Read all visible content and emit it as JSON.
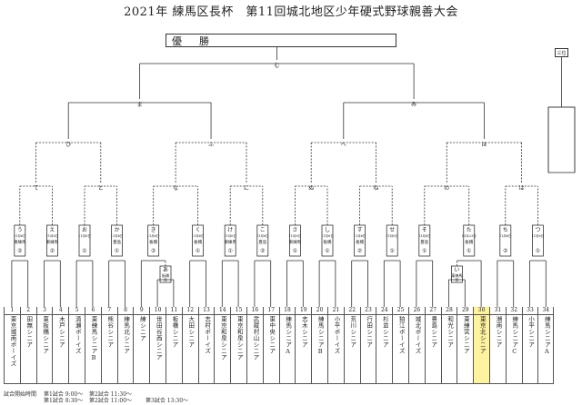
{
  "title": "2021年 練馬区長杯　第11回城北地区少年硬式野球親善大会",
  "winner_label": "優　勝",
  "third_label": "三位",
  "top_nodes": {
    "final": "む",
    "semi_left": "ま",
    "semi_right": "み",
    "qf": [
      "ひ",
      "ふ",
      "へ",
      "ほ"
    ],
    "r16": [
      "て",
      "と",
      "な",
      "に",
      "ぬ",
      "ね",
      "の",
      "は"
    ],
    "r32": [
      "う",
      "え",
      "お",
      "か",
      "き",
      "く",
      "け",
      "こ",
      "さ",
      "し",
      "す",
      "せ",
      "そ",
      "た",
      "ち",
      "つ"
    ],
    "r0": [
      "あ",
      "い"
    ]
  },
  "match_info": {
    "dates": [
      "11月6日",
      "11月6日",
      "11月6日",
      "11月6日",
      "11月6日",
      "11月6日",
      "11月6日",
      "11月6日",
      "11月6日",
      "11月6日",
      "11月6日",
      "11月6日",
      "11月6日",
      "11月23日",
      "11月6日",
      "11月6日"
    ],
    "venues": [
      "東練馬",
      "東練馬",
      "",
      "豊島",
      "板橋",
      "板橋",
      "東練馬",
      "豊島",
      "東練馬",
      "板橋",
      "板橋",
      "",
      "豊島",
      "板橋",
      "",
      ""
    ],
    "slots": [
      "②",
      "②",
      "①",
      "①",
      "②",
      "①",
      "①",
      "②",
      "①",
      "①",
      "②",
      "①",
      "①",
      "①",
      "②",
      "①"
    ],
    "r0_venues": [
      "板橋",
      "東練馬"
    ],
    "r0_slots": [
      "①",
      "①"
    ]
  },
  "teams": [
    {
      "num": "1",
      "name": "東京城南ボーイズ"
    },
    {
      "num": "2",
      "name": "田無シニア"
    },
    {
      "num": "3",
      "name": "東板橋シニア"
    },
    {
      "num": "4",
      "name": "木戸シニア"
    },
    {
      "num": "5",
      "name": "清瀬ボーイズ"
    },
    {
      "num": "6",
      "name": "東練馬シニアB"
    },
    {
      "num": "7",
      "name": "熊谷シニア"
    },
    {
      "num": "8",
      "name": "練馬北シニア"
    },
    {
      "num": "9",
      "name": "練シニア"
    },
    {
      "num": "10",
      "name": "世田谷西シニア"
    },
    {
      "num": "11",
      "name": "板橋シニア"
    },
    {
      "num": "12",
      "name": "大田シニア"
    },
    {
      "num": "13",
      "name": "志村ボーイズ"
    },
    {
      "num": "14",
      "name": "東京和泉シニア"
    },
    {
      "num": "15",
      "name": "東京和泉シニア"
    },
    {
      "num": "16",
      "name": "武蔵村山シニア"
    },
    {
      "num": "17",
      "name": "東中央シニア"
    },
    {
      "num": "18",
      "name": "練馬シニアA"
    },
    {
      "num": "19",
      "name": "志木シニア"
    },
    {
      "num": "20",
      "name": "練馬シニアB"
    },
    {
      "num": "21",
      "name": "小平ボーイズ"
    },
    {
      "num": "22",
      "name": "荒川シニア"
    },
    {
      "num": "23",
      "name": "行田シニア"
    },
    {
      "num": "24",
      "name": "杉並シニア"
    },
    {
      "num": "25",
      "name": "狛江ボーイズ"
    },
    {
      "num": "26",
      "name": "城北ボーイズ"
    },
    {
      "num": "27",
      "name": "豊島シニア"
    },
    {
      "num": "28",
      "name": "和光シニア"
    },
    {
      "num": "29",
      "name": "東練宮シニア"
    },
    {
      "num": "30",
      "name": "東京北シニア"
    },
    {
      "num": "31",
      "name": "潮南シニア"
    },
    {
      "num": "32",
      "name": "練馬シニアC"
    },
    {
      "num": "33",
      "name": "小平シニア"
    },
    {
      "num": "34",
      "name": "練馬シニアA"
    }
  ],
  "schedule": {
    "heading": "試合開始時間",
    "day1": [
      "第1試合 9:00〜",
      "第2試合 11:30〜"
    ],
    "day2": [
      "第1試合 8:30〜",
      "第2試合 11:00〜",
      "第3試合 13:30〜"
    ]
  },
  "colors": {
    "line": "#333333",
    "highlight": "#fff3a0"
  }
}
